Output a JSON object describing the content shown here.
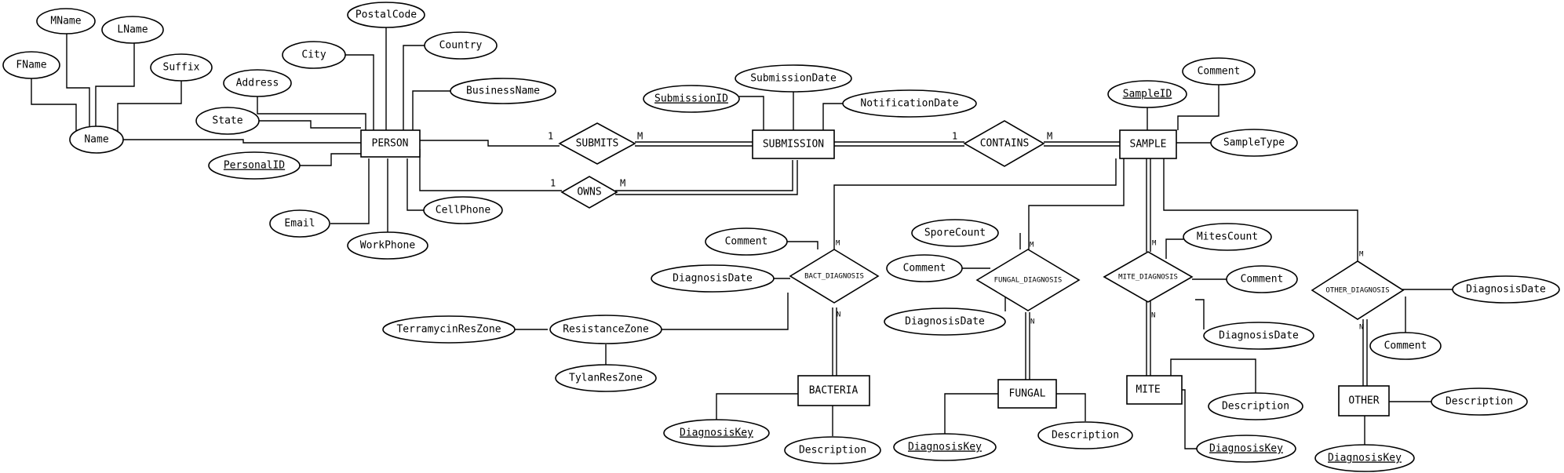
{
  "entities": {
    "person": "PERSON",
    "submission": "SUBMISSION",
    "sample": "SAMPLE",
    "bacteria": "BACTERIA",
    "fungal": "FUNGAL",
    "mite": "MITE",
    "other": "OTHER"
  },
  "relationships": {
    "submits": "SUBMITS",
    "owns": "OWNS",
    "contains": "CONTAINS",
    "bact_diagnosis": "BACT_DIAGNOSIS",
    "fungal_diagnosis": "FUNGAL_DIAGNOSIS",
    "mite_diagnosis": "MITE_DIAGNOSIS",
    "other_diagnosis": "OTHER_DIAGNOSIS"
  },
  "attributes": {
    "person": {
      "fname": "FName",
      "mname": "MName",
      "lname": "LName",
      "suffix": "Suffix",
      "name": "Name",
      "address": "Address",
      "city": "City",
      "postal_code": "PostalCode",
      "country": "Country",
      "business_name": "BusinessName",
      "state": "State",
      "personal_id": "PersonalID",
      "email": "Email",
      "work_phone": "WorkPhone",
      "cell_phone": "CellPhone"
    },
    "submission": {
      "submission_id": "SubmissionID",
      "submission_date": "SubmissionDate",
      "notification_date": "NotificationDate"
    },
    "sample": {
      "sample_id": "SampleID",
      "comment": "Comment",
      "sample_type": "SampleType"
    },
    "bact_diagnosis": {
      "comment": "Comment",
      "diagnosis_date": "DiagnosisDate",
      "resistance_zone": "ResistanceZone",
      "terramycin_res_zone": "TerramycinResZone",
      "tylan_res_zone": "TylanResZone"
    },
    "bacteria": {
      "diagnosis_key": "DiagnosisKey",
      "description": "Description"
    },
    "fungal_diagnosis": {
      "spore_count": "SporeCount",
      "comment": "Comment",
      "diagnosis_date": "DiagnosisDate"
    },
    "fungal": {
      "diagnosis_key": "DiagnosisKey",
      "description": "Description"
    },
    "mite_diagnosis": {
      "mites_count": "MitesCount",
      "comment": "Comment",
      "diagnosis_date": "DiagnosisDate"
    },
    "mite": {
      "description": "Description",
      "diagnosis_key": "DiagnosisKey"
    },
    "other_diagnosis": {
      "diagnosis_date": "DiagnosisDate",
      "comment": "Comment"
    },
    "other": {
      "description": "Description",
      "diagnosis_key": "DiagnosisKey"
    }
  },
  "cardinalities": {
    "submits_person": "1",
    "submits_submission": "M",
    "owns_person": "1",
    "owns_submission": "M",
    "contains_submission": "1",
    "contains_sample": "M",
    "bact_sample": "M",
    "bact_bacteria": "N",
    "fungal_sample": "M",
    "fungal_fungal": "N",
    "mite_sample": "M",
    "mite_mite": "N",
    "other_sample": "M",
    "other_other": "N"
  }
}
